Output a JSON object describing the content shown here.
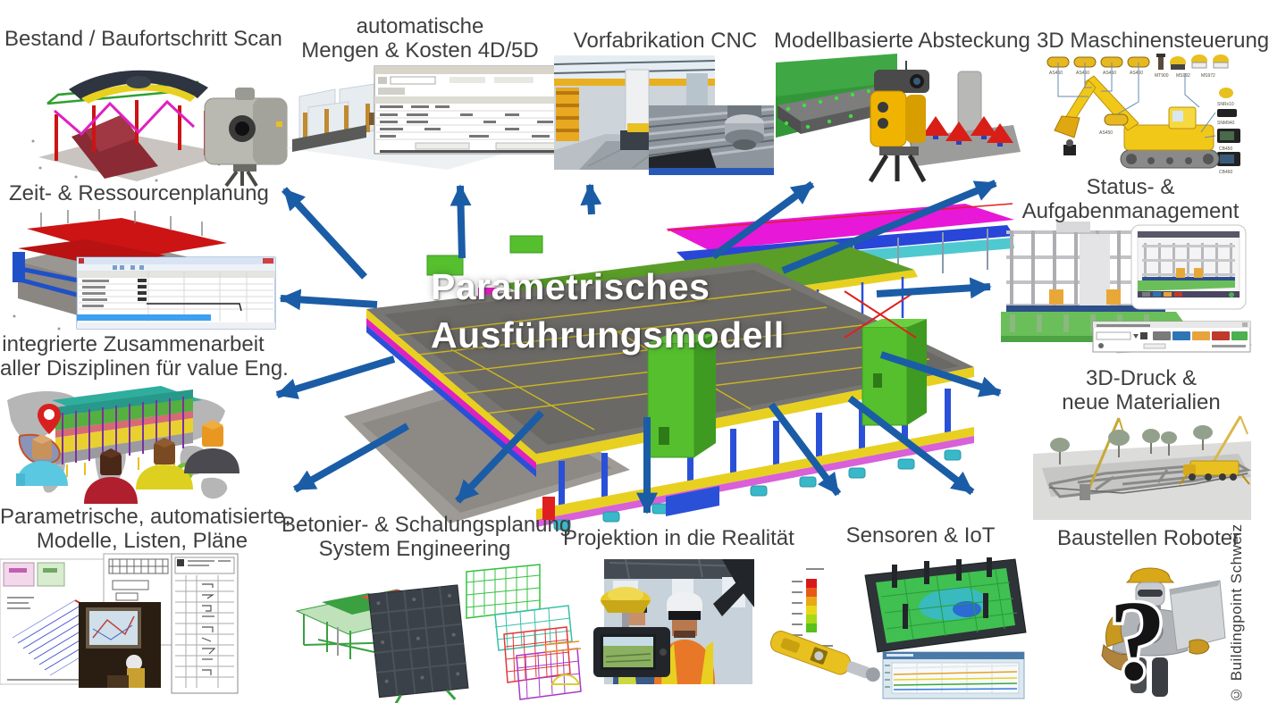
{
  "colors": {
    "arrow": "#1b5ca6",
    "label_text": "#3f3f3f",
    "title_text": "#ffffff",
    "copyright_text": "#3a3a3a"
  },
  "center": {
    "line1": "Parametrisches",
    "line2": "Ausführungsmodell"
  },
  "copyright": "© Buildingpoint Schweiz",
  "nodes": {
    "scan": {
      "label": "Bestand / Baufortschritt Scan"
    },
    "mengen": {
      "line1": "automatische",
      "line2": "Mengen & Kosten 4D/5D"
    },
    "vorfabrikation": {
      "label": "Vorfabrikation CNC"
    },
    "absteckung": {
      "label": "Modellbasierte Absteckung"
    },
    "maschinensteuerung": {
      "label": "3D Maschinensteuerung",
      "parts": [
        "AS450",
        "AS450",
        "AS450",
        "AS460",
        "MT900",
        "MS992",
        "MS972",
        "SNRx10",
        "SNM940",
        "CB450",
        "CB460"
      ]
    },
    "zeit": {
      "label": "Zeit- & Ressourcenplanung"
    },
    "status": {
      "line1": "Status- &",
      "line2": "Aufgabenmanagement"
    },
    "zusammenarbeit": {
      "line1": "integrierte Zusammenarbeit",
      "line2": "aller Disziplinen für value Eng."
    },
    "druck": {
      "line1": "3D-Druck &",
      "line2": "neue Materialien"
    },
    "parametrische": {
      "line1": "Parametrische, automatisierte,",
      "line2": "Modelle, Listen, Pläne"
    },
    "betonier": {
      "line1": "Betonier- & Schalungsplanung",
      "line2": "System Engineering"
    },
    "projektion": {
      "label": "Projektion in die Realität"
    },
    "sensoren": {
      "label": "Sensoren & IoT"
    },
    "roboter": {
      "label": "Baustellen Roboter",
      "question_mark": "?"
    }
  }
}
